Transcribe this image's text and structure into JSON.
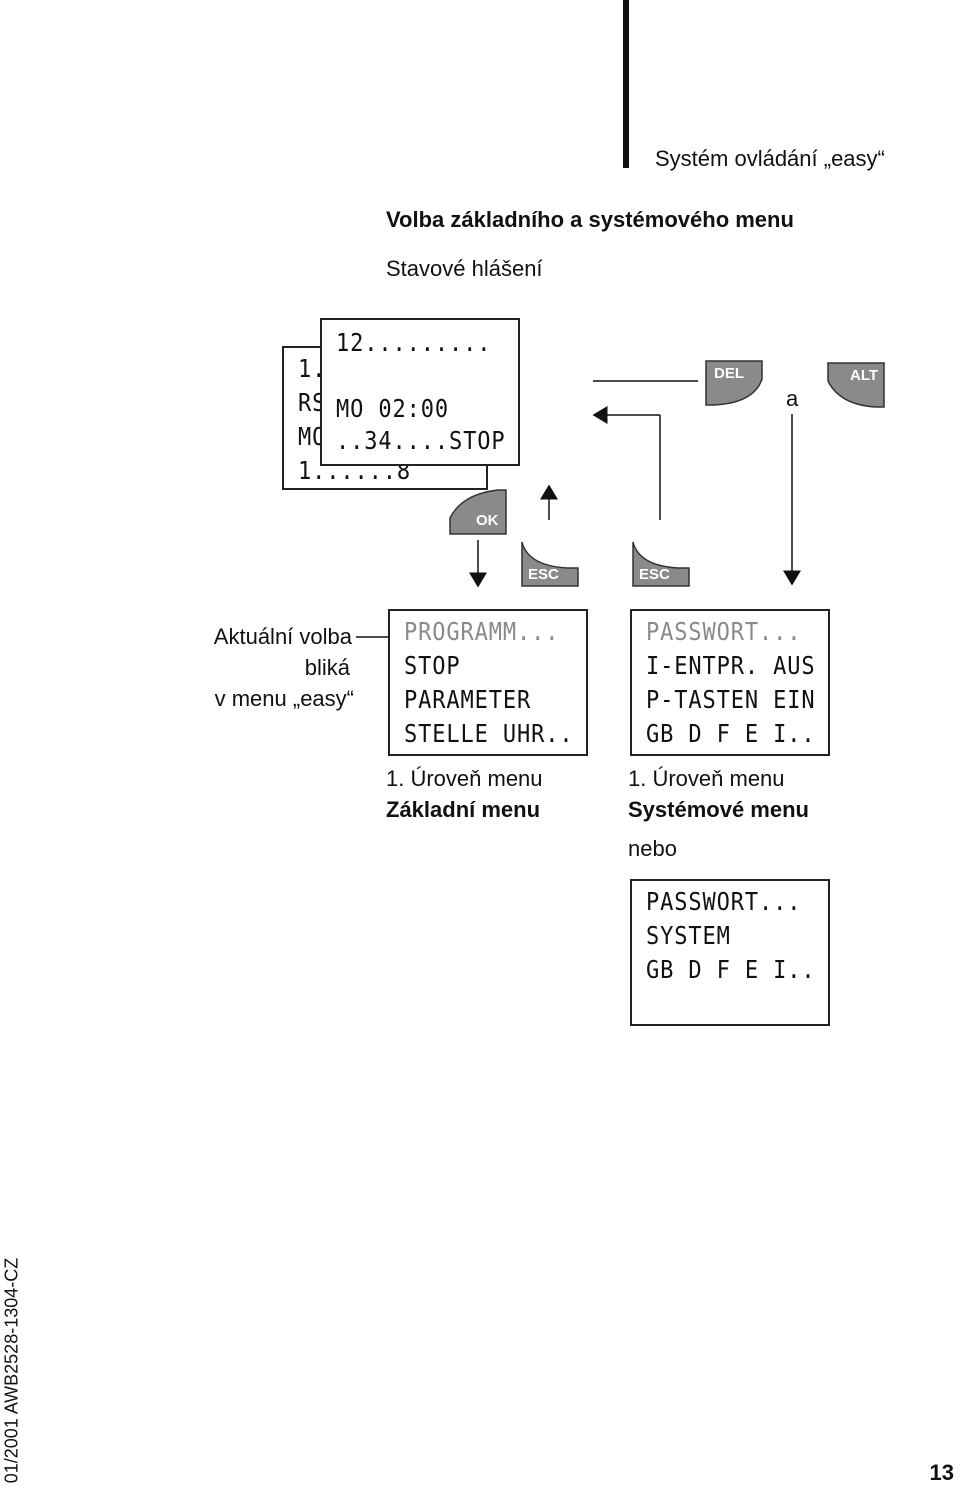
{
  "header": {
    "section_title": "Systém ovládání „easy“"
  },
  "headings": {
    "main": "Volba základního a systémového menu",
    "sub": "Stavové hlášení"
  },
  "status_display_back": {
    "lines": [
      "1..",
      "RS",
      "MO",
      "1......8"
    ]
  },
  "status_display_front": {
    "lines": [
      "12.........",
      "",
      "MO 02:00",
      "..34....STOP"
    ]
  },
  "keys": {
    "del": "DEL",
    "alt": "ALT",
    "ok": "OK",
    "esc": "ESC"
  },
  "connector_a": "a",
  "selection_note": {
    "line1": "Aktuální volba",
    "line2": "bliká",
    "line3": "v menu „easy“"
  },
  "main_menu": {
    "lines": [
      "PROGRAMM...",
      "STOP",
      "PARAMETER",
      "STELLE UHR.."
    ],
    "level": "1. Úroveň menu",
    "name": "Základní menu"
  },
  "system_menu": {
    "lines": [
      "PASSWORT...",
      "I-ENTPR. AUS",
      "P-TASTEN EIN",
      "GB D F E I.."
    ],
    "level": "1. Úroveň menu",
    "name": "Systémové menu",
    "alt_label": "nebo"
  },
  "system_menu_alt": {
    "lines": [
      "PASSWORT...",
      "SYSTEM",
      "GB D F E I.."
    ]
  },
  "footer": {
    "doc_code": "01/2001 AWB2528-1304-CZ",
    "page_number": "13"
  }
}
